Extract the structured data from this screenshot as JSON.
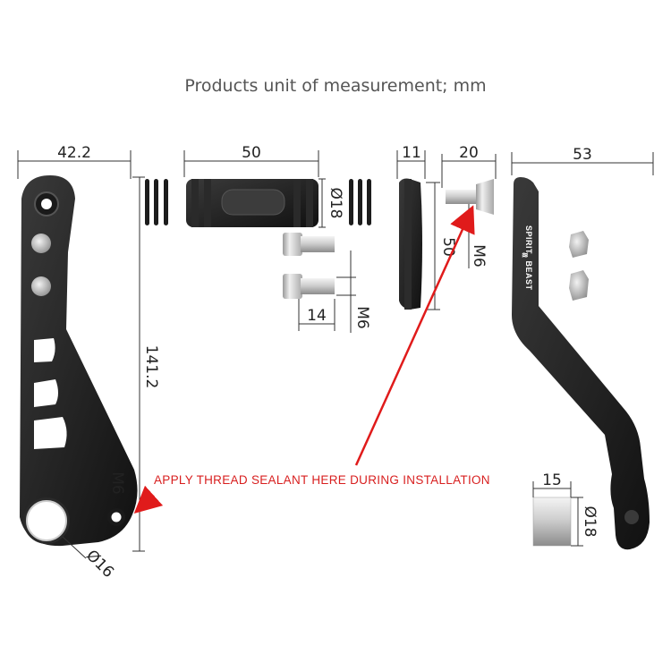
{
  "header": {
    "title": "Products unit of measurement; mm"
  },
  "dimensions": {
    "arm_width": "42.2",
    "arm_height": "141.2",
    "arm_hole_thread": "M6",
    "arm_bore_dia": "Ø16",
    "peg_length": "50",
    "peg_dia": "Ø18",
    "bolt_length": "14",
    "bolt_thread": "M6",
    "plate_thickness": "11",
    "plate_height": "50",
    "screw_length": "20",
    "screw_thread": "M6",
    "lever_width": "53",
    "spacer_length": "15",
    "spacer_dia": "Ø18"
  },
  "annotation": {
    "text": "APPLY THREAD SEALANT HERE DURING INSTALLATION",
    "color": "#d81f1f"
  },
  "brand": {
    "line1": "SPIRIT",
    "line2": "BEAST"
  }
}
